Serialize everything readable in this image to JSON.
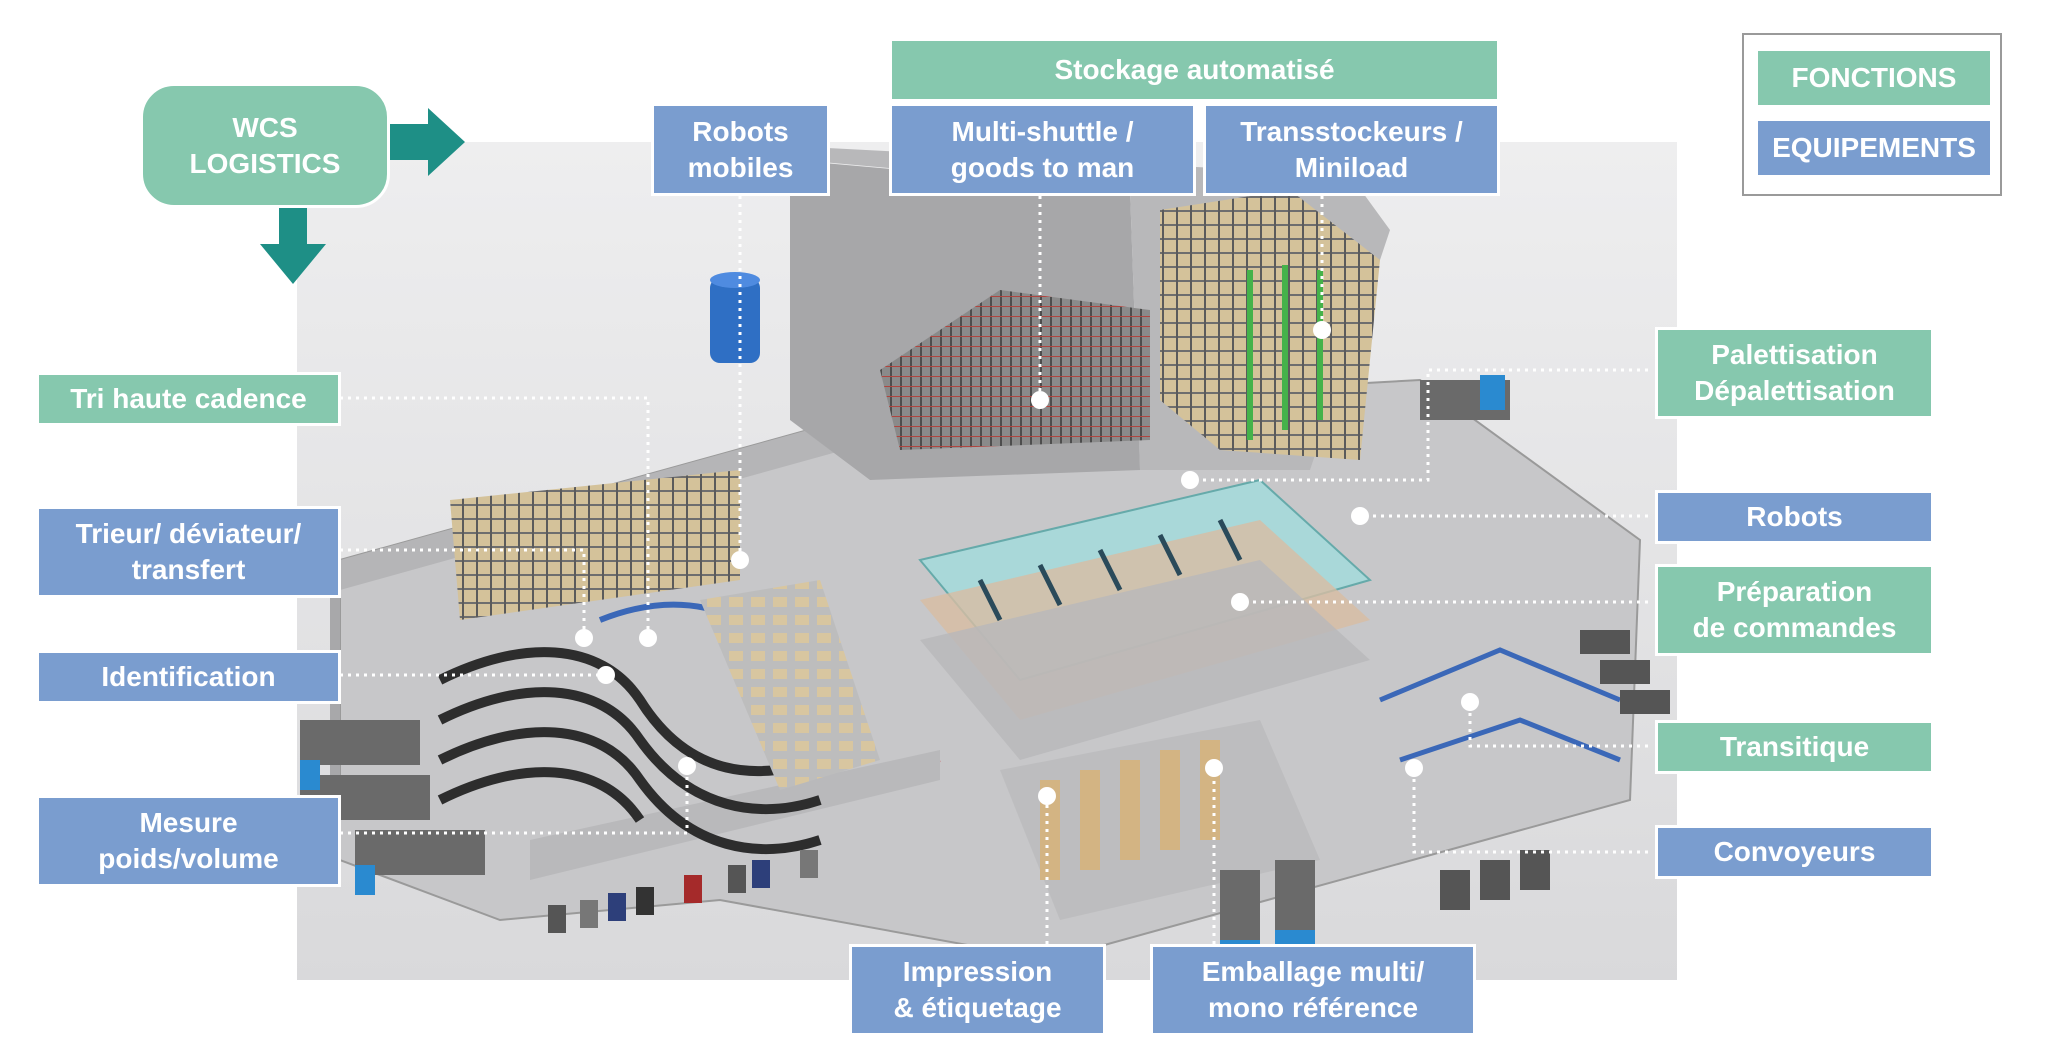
{
  "wcs": {
    "line1": "WCS",
    "line2": "LOGISTICS"
  },
  "legend": {
    "functions": "FONCTIONS",
    "equipment": "EQUIPEMENTS"
  },
  "labels": {
    "stockage": "Stockage automatisé",
    "robots_mobiles": [
      "Robots",
      "mobiles"
    ],
    "multi_shuttle": [
      "Multi-shuttle /",
      "goods to man"
    ],
    "transstockeurs": [
      "Transstockeurs /",
      "Miniload"
    ],
    "tri": "Tri haute cadence",
    "trieur": [
      "Trieur/ déviateur/",
      "transfert"
    ],
    "identification": "Identification",
    "mesure": [
      "Mesure",
      "poids/volume"
    ],
    "palettisation": [
      "Palettisation",
      "Dépalettisation"
    ],
    "robots": "Robots",
    "preparation": [
      "Préparation",
      "de commandes"
    ],
    "transitique": "Transitique",
    "convoyeurs": "Convoyeurs",
    "impression": [
      "Impression",
      "& étiquetage"
    ],
    "emballage": [
      "Emballage multi/",
      "mono référence"
    ]
  },
  "colors": {
    "function": "#86c8ae",
    "equipment": "#7a9dcf",
    "arrow": "#1e8f86",
    "warehouse_floor": "#c9c9c9"
  }
}
